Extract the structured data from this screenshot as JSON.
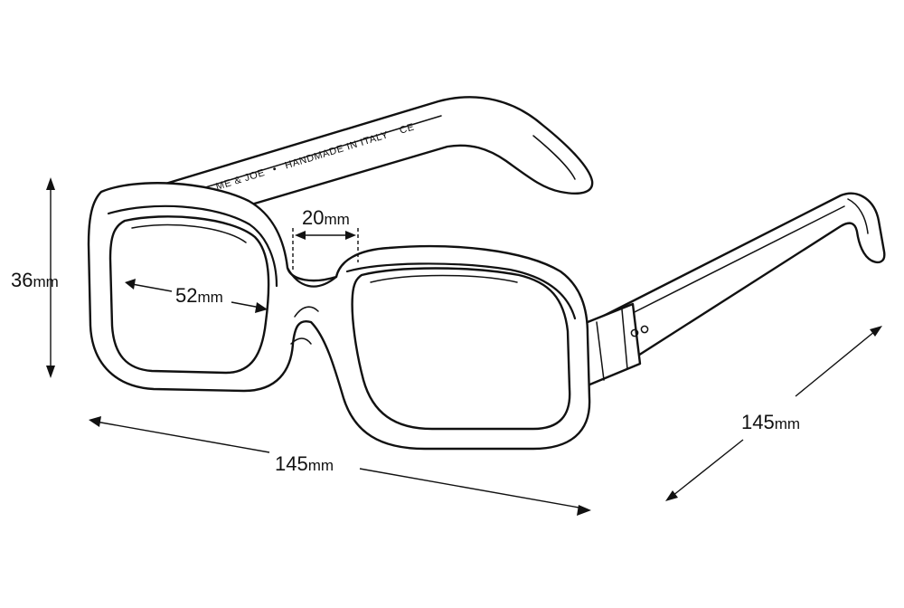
{
  "temple_imprint": {
    "brand": "ME & JOE",
    "separator": "•",
    "made_in": "HANDMADE IN ITALY",
    "mark": "CE"
  },
  "dimensions": {
    "lens_height": {
      "value": "36",
      "unit": "mm"
    },
    "lens_width": {
      "value": "52",
      "unit": "mm"
    },
    "bridge_width": {
      "value": "20",
      "unit": "mm"
    },
    "frame_width": {
      "value": "145",
      "unit": "mm"
    },
    "temple_length": {
      "value": "145",
      "unit": "mm"
    }
  },
  "colors": {
    "ink": "#111111",
    "paper": "#ffffff"
  }
}
